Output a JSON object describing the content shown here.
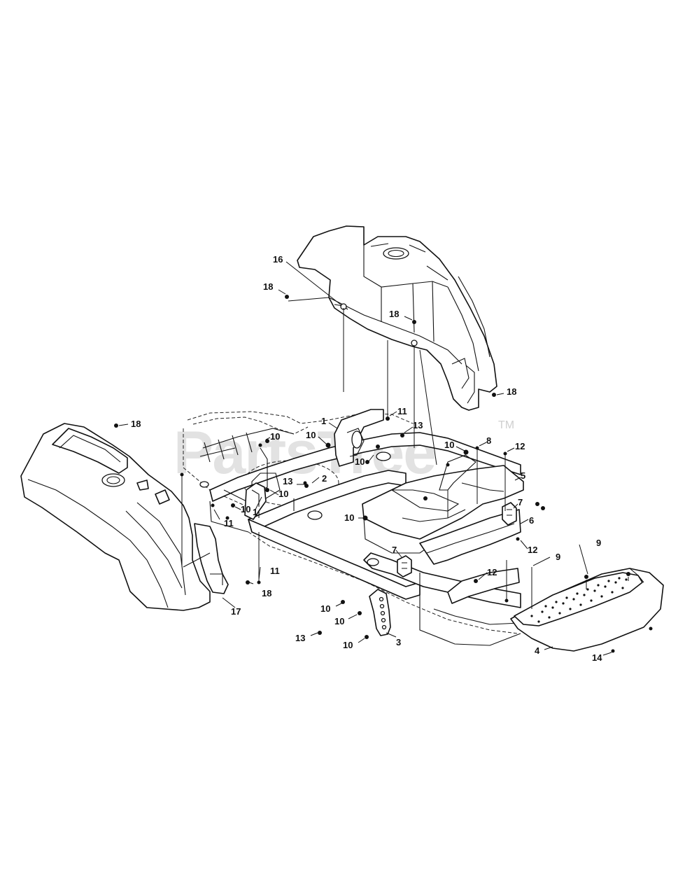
{
  "watermark": {
    "text": "PartsTree",
    "trademark": "TM"
  },
  "callouts": {
    "c1a": "1",
    "c1b": "1",
    "c2": "2",
    "c3": "3",
    "c4": "4",
    "c5": "5",
    "c6": "6",
    "c7a": "7",
    "c7b": "7",
    "c8": "8",
    "c9a": "9",
    "c9b": "9",
    "c10a": "10",
    "c10b": "10",
    "c10c": "10",
    "c10d": "10",
    "c10e": "10",
    "c10f": "10",
    "c10g": "10",
    "c10h": "10",
    "c10i": "10",
    "c10j": "10",
    "c11a": "11",
    "c11b": "11",
    "c11c": "11",
    "c12a": "12",
    "c12b": "12",
    "c12c": "12",
    "c13a": "13",
    "c13b": "13",
    "c13c": "13",
    "c14": "14",
    "c16": "16",
    "c17": "17",
    "c18a": "18",
    "c18b": "18",
    "c18c": "18",
    "c18d": "18",
    "c18e": "18"
  },
  "colors": {
    "line": "#111111",
    "background": "#ffffff",
    "watermark": "#d9d9d9"
  }
}
